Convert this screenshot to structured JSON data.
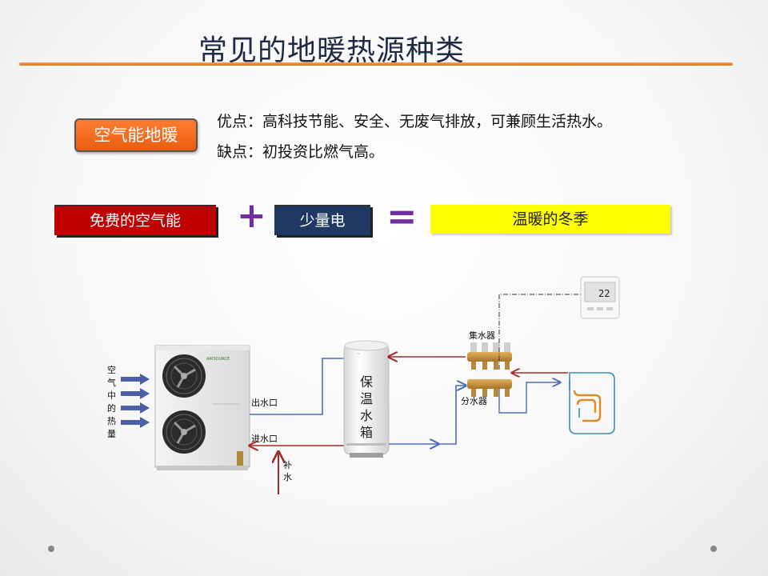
{
  "title": "常见的地暖热源种类",
  "tag": "空气能地暖",
  "pros": "优点：高科技节能、安全、无废气排放，可兼顾生活热水。",
  "cons": "缺点：初投资比燃气高。",
  "equation": {
    "term1": "免费的空气能",
    "op1": "+",
    "term2": "少量电",
    "op2": "=",
    "result": "温暖的冬季"
  },
  "diagram": {
    "air_heat": [
      "空",
      "气",
      "中",
      "的",
      "热",
      "量"
    ],
    "outlet": "出水口",
    "inlet": "进水口",
    "makeup": [
      "补",
      "水"
    ],
    "tank": [
      "保",
      "温",
      "水",
      "箱"
    ],
    "collector": "集水器",
    "distributor": "分水器",
    "thermostat_display": "22",
    "unit_brand": "AIRSOURCE"
  },
  "colors": {
    "accent_orange": "#e95d0f",
    "title_rule": "#d9731f",
    "red_box": "#c00000",
    "navy_box": "#1f3864",
    "yellow_box": "#ffff00",
    "operator": "#7030a0",
    "pipe_hot": "#a52a2a",
    "pipe_cold": "#4f6fb8"
  }
}
